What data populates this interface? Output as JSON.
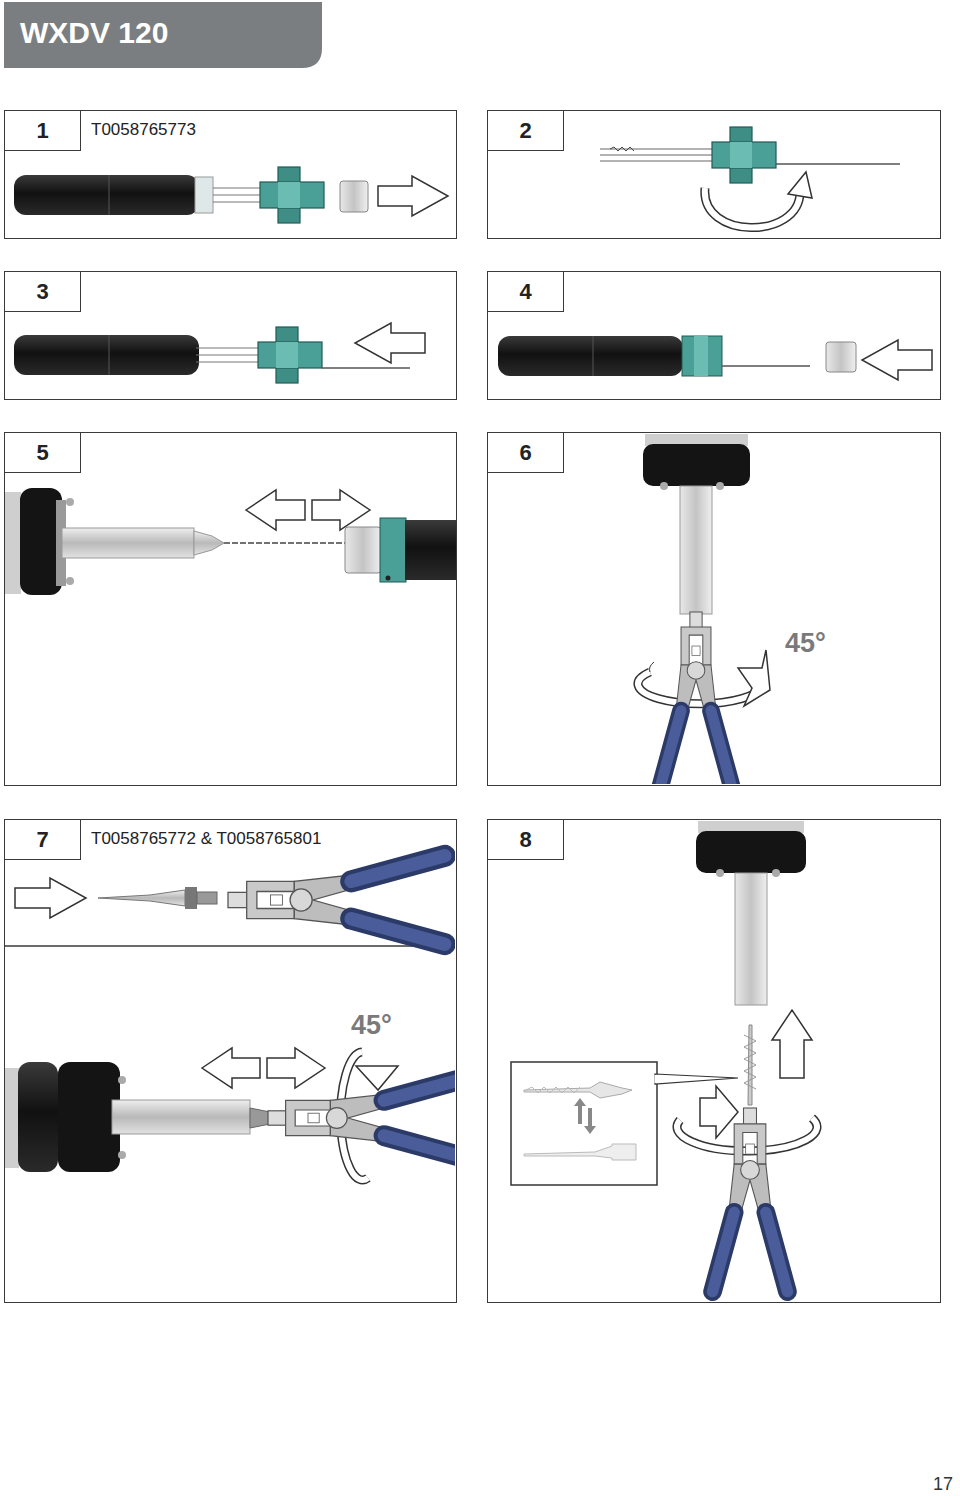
{
  "diagram": {
    "title": "WXDV 120",
    "nodes": [
      {
        "text": [
          "1",
          "T0058765773"
        ]
      },
      {
        "text": [
          "2"
        ]
      },
      {
        "text": [
          "3"
        ]
      },
      {
        "text": [
          "4"
        ]
      },
      {
        "text": [
          "5"
        ]
      },
      {
        "text": [
          "6"
        ]
      },
      {
        "text": [
          "7",
          "T0058765772 & T0058765801"
        ]
      },
      {
        "text": [
          "8"
        ]
      }
    ],
    "labels": [
      "45°",
      "45°",
      "17"
    ]
  }
}
